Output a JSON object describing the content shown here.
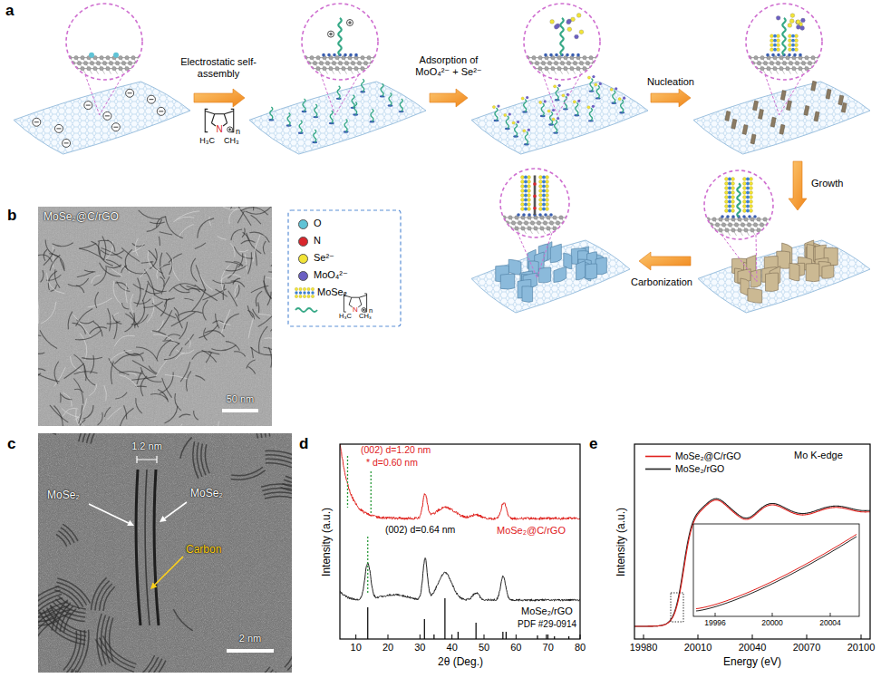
{
  "diagram": {
    "labels": [
      "a",
      "Electrostatic self-assembly",
      "N",
      "H₃C",
      "CH₃",
      "n",
      "Adsorption of MoO₄²⁻ + Se²⁻",
      "Nucleation",
      "Growth",
      "Carbonization",
      "b",
      "MoSe₂@C/rGO",
      "50 nm",
      "N",
      "H₃C",
      "CH₃",
      "n",
      "c",
      "1.2 nm",
      "MoSe₂",
      "MoSe₂",
      "Carbon",
      "2 nm",
      "d",
      "(002) d=1.20 nm",
      "* d=0.60 nm",
      "(002) d=0.64 nm",
      "MoSe₂@C/rGO",
      "MoSe₂/rGO",
      "PDF #29-0914",
      "Intensity (a.u.)",
      "2θ (Deg.)",
      "10",
      "20",
      "30",
      "40",
      "50",
      "60",
      "70",
      "80",
      "e",
      "Mo K-edge",
      "Intensity (a.u.)",
      "Energy (eV)",
      "19980",
      "20010",
      "20040",
      "20070",
      "20100",
      "19996",
      "20000",
      "20004"
    ],
    "legend": [
      {
        "text": "O",
        "color": "#5fc3d6"
      },
      {
        "text": "N",
        "color": "#d9262c"
      },
      {
        "text": "Se²⁻",
        "color": "#f2e436"
      },
      {
        "text": "MoO₄²⁻",
        "color": "#6b5fc2"
      },
      {
        "text": "MoSe₂"
      },
      {
        "text": "MoSe₂@C/rGO"
      },
      {
        "text": "MoSe₂/rGO"
      }
    ]
  }
}
